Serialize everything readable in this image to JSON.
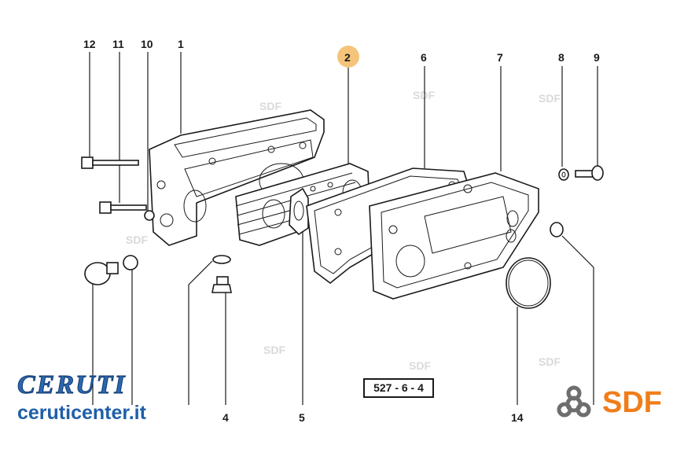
{
  "callouts": {
    "c1": "1",
    "c2": "2",
    "c4": "4",
    "c5": "5",
    "c6": "6",
    "c7": "7",
    "c8": "8",
    "c9": "9",
    "c10": "10",
    "c11": "11",
    "c12": "12",
    "c14": "14"
  },
  "highlight_color": "#f5c47a",
  "reference_code": "527 - 6 - 4",
  "watermark": "SDF",
  "brand": {
    "name": "CERUTI",
    "url": "ceruticenter.it"
  },
  "sdf_logo_text": "SDF",
  "colors": {
    "brand_blue": "#2a67b0",
    "sdf_orange": "#f07d1a"
  }
}
